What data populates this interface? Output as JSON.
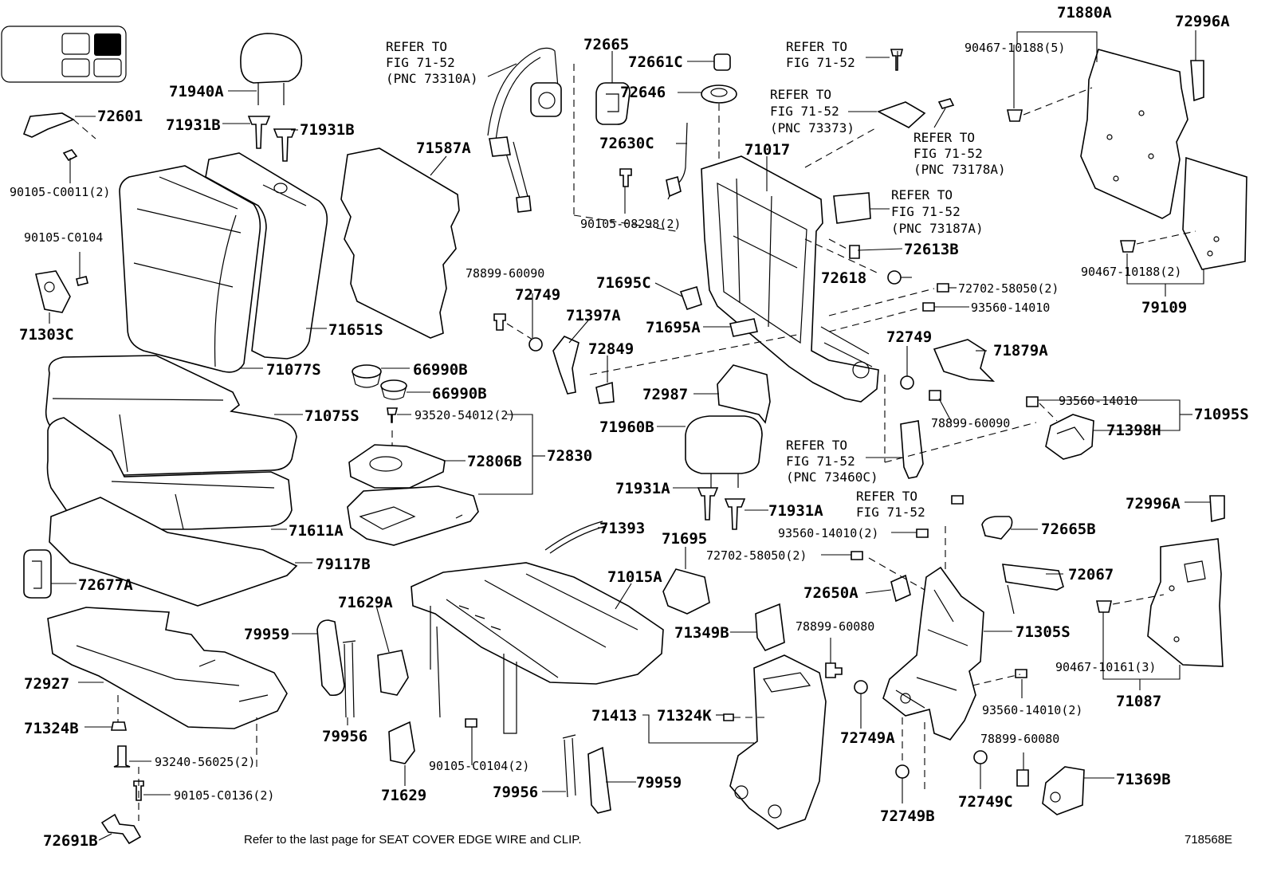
{
  "diagram_id": "718568E",
  "footer_note": "Refer to the last page for SEAT COVER EDGE WIRE and CLIP.",
  "labels": {
    "p71940A": "71940A",
    "p72601": "72601",
    "p71931B_1": "71931B",
    "p71931B_2": "71931B",
    "p90105C0011": "90105-C0011(2)",
    "p90105C0104": "90105-C0104",
    "p71303C": "71303C",
    "p71587A": "71587A",
    "p71651S": "71651S",
    "p71077S": "71077S",
    "p71075S": "71075S",
    "p71611A": "71611A",
    "p79117B": "79117B",
    "p72677A": "72677A",
    "p72927": "72927",
    "p71324B": "71324B",
    "p93240": "93240-56025(2)",
    "p90105C0136": "90105-C0136(2)",
    "p72691B": "72691B",
    "p66990B_1": "66990B",
    "p66990B_2": "66990B",
    "p93520": "93520-54012(2)",
    "p72806B": "72806B",
    "p72830": "72830",
    "p78899_60090_1": "78899-60090",
    "p72749_1": "72749",
    "p71397A": "71397A",
    "p72849": "72849",
    "p72665": "72665",
    "p72661C": "72661C",
    "p72646": "72646",
    "p72630C": "72630C",
    "p90105_08298": "90105-08298(2)",
    "p71017": "71017",
    "p71695C": "71695C",
    "p71695A": "71695A",
    "p72987": "72987",
    "p71960B": "71960B",
    "p71931A_1": "71931A",
    "p71931A_2": "71931A",
    "p71393": "71393",
    "p71695": "71695",
    "p71015A": "71015A",
    "p71629A": "71629A",
    "p79959_1": "79959",
    "p79956_1": "79956",
    "p71629": "71629",
    "p90105C0104_2": "90105-C0104(2)",
    "p79956_2": "79956",
    "p79959_2": "79959",
    "p71413": "71413",
    "p71324K": "71324K",
    "p71349B": "71349B",
    "p72613B": "72613B",
    "p72618": "72618",
    "p72702_1": "72702-58050(2)",
    "p93560_1": "93560-14010",
    "p72749_2": "72749",
    "p71879A": "71879A",
    "p78899_60090_2": "78899-60090",
    "p93560_2": "93560-14010",
    "p71095S": "71095S",
    "p71398H": "71398H",
    "p93560_3": "93560-14010(2)",
    "p72702_2": "72702-58050(2)",
    "p72650A": "72650A",
    "p78899_60080_1": "78899-60080",
    "p72749A": "72749A",
    "p72749B": "72749B",
    "p72665B": "72665B",
    "p72067": "72067",
    "p71305S": "71305S",
    "p93560_4": "93560-14010(2)",
    "p78899_60080_2": "78899-60080",
    "p72749C": "72749C",
    "p71369B": "71369B",
    "p71880A": "71880A",
    "p72996A_1": "72996A",
    "p90467_10188_5": "90467-10188(5)",
    "p90467_10188_2": "90467-10188(2)",
    "p79109": "79109",
    "p72996A_2": "72996A",
    "p90467_10161": "90467-10161(3)",
    "p71087": "71087"
  },
  "refer": {
    "r1": [
      "REFER TO",
      "FIG 71-52",
      "(PNC 73310A)"
    ],
    "r2": [
      "REFER TO",
      "FIG 71-52"
    ],
    "r3": [
      "REFER TO",
      "FIG 71-52",
      "(PNC 73373)"
    ],
    "r4": [
      "REFER TO",
      "FIG 71-52",
      "(PNC 73178A)"
    ],
    "r5": [
      "REFER TO",
      "FIG 71-52",
      "(PNC 73187A)"
    ],
    "r6": [
      "REFER TO",
      "FIG 71-52",
      "(PNC 73460C)"
    ],
    "r7": [
      "REFER TO",
      "FIG 71-52"
    ]
  }
}
